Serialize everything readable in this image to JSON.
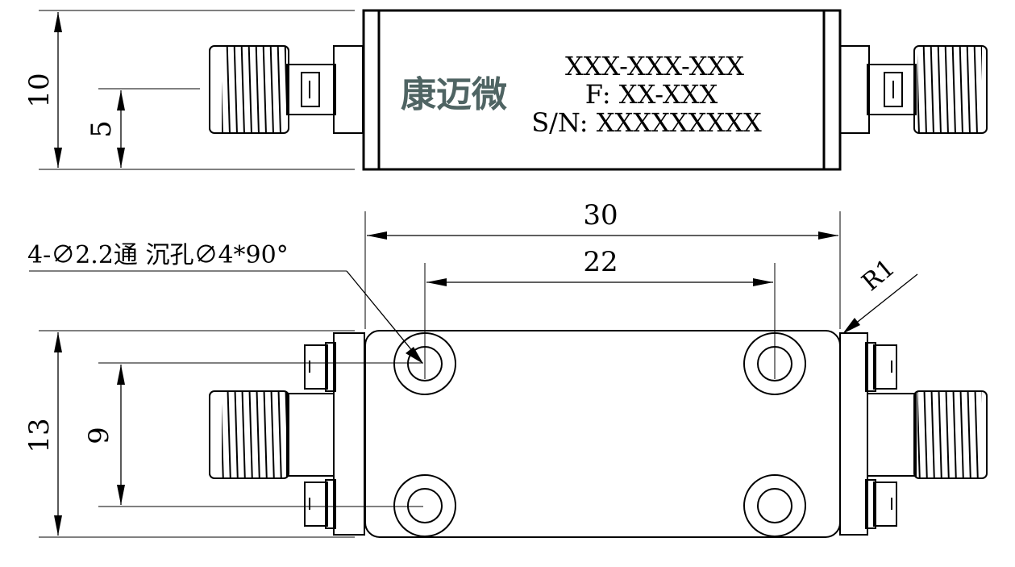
{
  "side_view": {
    "brand_logo": "康迈微",
    "marking_line1": "XXX-XXX-XXX",
    "marking_line2": "F: XX-XXX",
    "marking_line3": "S/N: XXXXXXXXX",
    "dim_height": "10",
    "dim_center": "5"
  },
  "top_view": {
    "dim_length": "30",
    "dim_hole_pitch_x": "22",
    "dim_width": "13",
    "dim_hole_pitch_y": "9",
    "corner_radius": "R1",
    "hole_callout": "4-∅2.2通 沉孔∅4*90°"
  }
}
